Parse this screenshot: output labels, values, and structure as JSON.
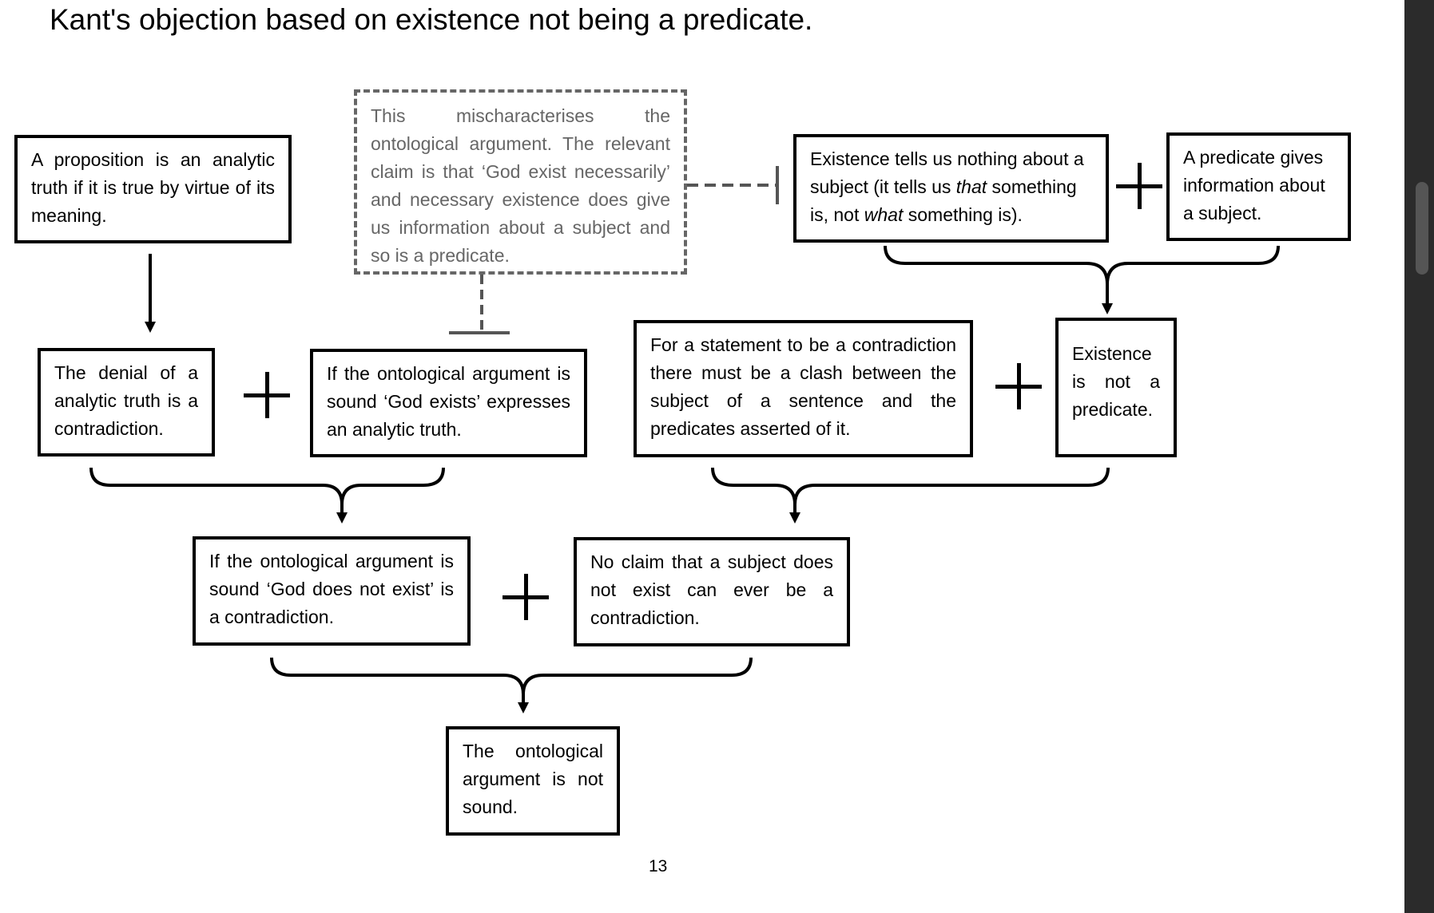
{
  "title": "Kant's objection based on existence not being a predicate.",
  "boxes": {
    "analytic_def": "A proposition is an analytic truth if it is true by virtue of its meaning.",
    "objection": "This mischaracterises the ontological argument. The relevant claim is that ‘God exist necessarily’ and necessary existence does give us information about a subject and so is a predicate.",
    "existence_nothing": {
      "part1": "Existence tells us nothing about a subject (it tells us ",
      "em1": "that",
      "part2": " something is, not ",
      "em2": "what",
      "part3": " something is)."
    },
    "predicate_info": "A predicate gives information about a subject.",
    "denial": "The denial of a analytic truth is a contradiction.",
    "god_exists_analytic": "If the ontological argument is sound ‘God exists’ expresses an analytic truth.",
    "contradiction_clash": "For a statement to be a contradiction there must be a clash between the subject of a sentence and the predicates asserted of it.",
    "existence_not_predicate": "Existence is not a predicate.",
    "god_not_exist_contradiction": "If the ontological argument is sound ‘God does not exist’ is a contradiction.",
    "no_claim": "No claim that a subject does not exist can ever be a contradiction.",
    "conclusion": "The ontological argument is not sound."
  },
  "page_number": "13"
}
